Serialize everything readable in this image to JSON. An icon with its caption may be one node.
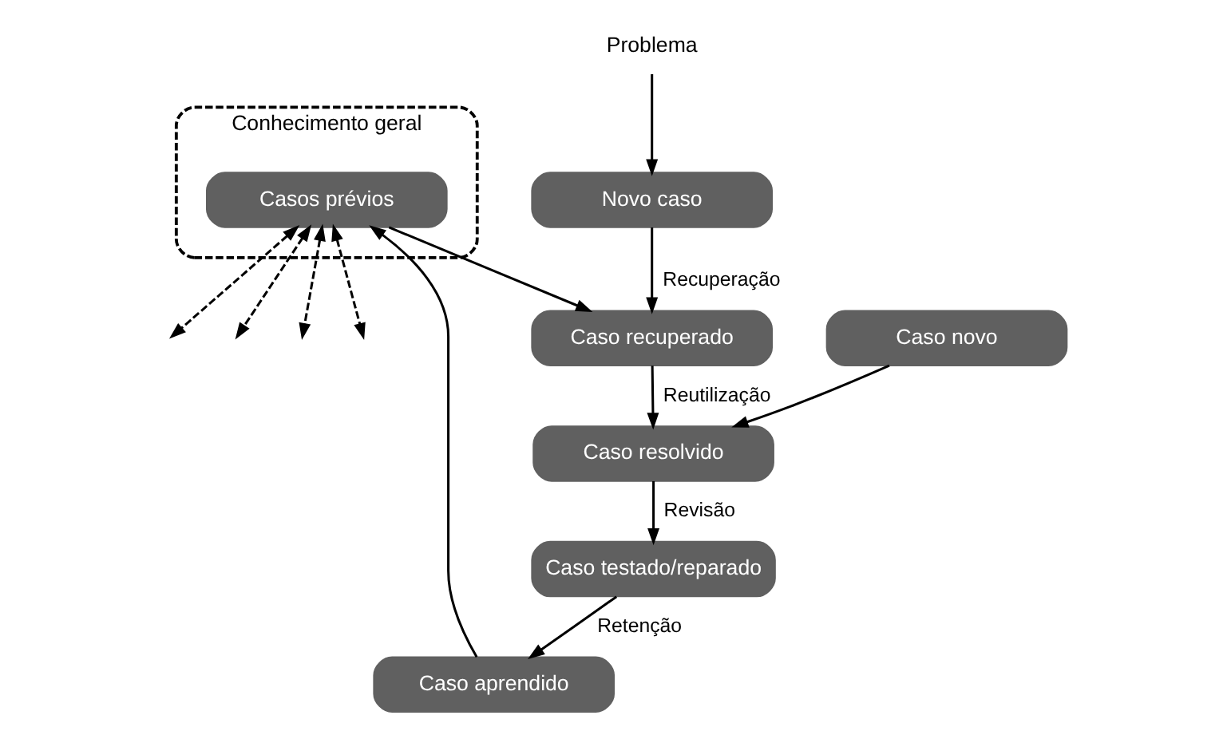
{
  "diagram": {
    "nodes": [
      {
        "text": [
          "Conhecimento geral"
        ]
      },
      {
        "text": [
          "Casos prévios"
        ],
        "in": 0
      },
      {
        "text": [
          "Problema"
        ]
      },
      {
        "text": [
          "Novo caso"
        ]
      },
      {
        "text": [
          "Caso recuperado"
        ]
      },
      {
        "text": [
          "Caso novo"
        ]
      },
      {
        "text": [
          "Caso resolvido"
        ]
      },
      {
        "text": [
          "Caso testado/reparado"
        ]
      },
      {
        "text": [
          "Caso aprendido"
        ]
      }
    ],
    "edges": [
      {
        "from": 2,
        "to": 3,
        "arrow": "to"
      },
      {
        "from": 3,
        "to": 4,
        "arrow": "to",
        "label": "Recuperação"
      },
      {
        "from": 1,
        "to": null,
        "arrow": "both",
        "style": "dashed"
      },
      {
        "from": 1,
        "to": 4,
        "arrow": "to"
      },
      {
        "from": 4,
        "to": 6,
        "arrow": "to",
        "label": "Reutilização"
      },
      {
        "from": 5,
        "to": 6,
        "arrow": "to"
      },
      {
        "from": 1,
        "to": null,
        "arrow": "both",
        "style": "dashed"
      },
      {
        "from": 6,
        "to": 7,
        "arrow": "to",
        "label": "Revisão"
      },
      {
        "from": 1,
        "to": null,
        "arrow": "both",
        "style": "dashed"
      },
      {
        "from": 7,
        "to": 8,
        "arrow": "to",
        "label": "Retenção"
      },
      {
        "from": 1,
        "to": null,
        "arrow": "both",
        "style": "dashed"
      },
      {
        "from": 8,
        "to": 1,
        "arrow": "to"
      }
    ]
  }
}
